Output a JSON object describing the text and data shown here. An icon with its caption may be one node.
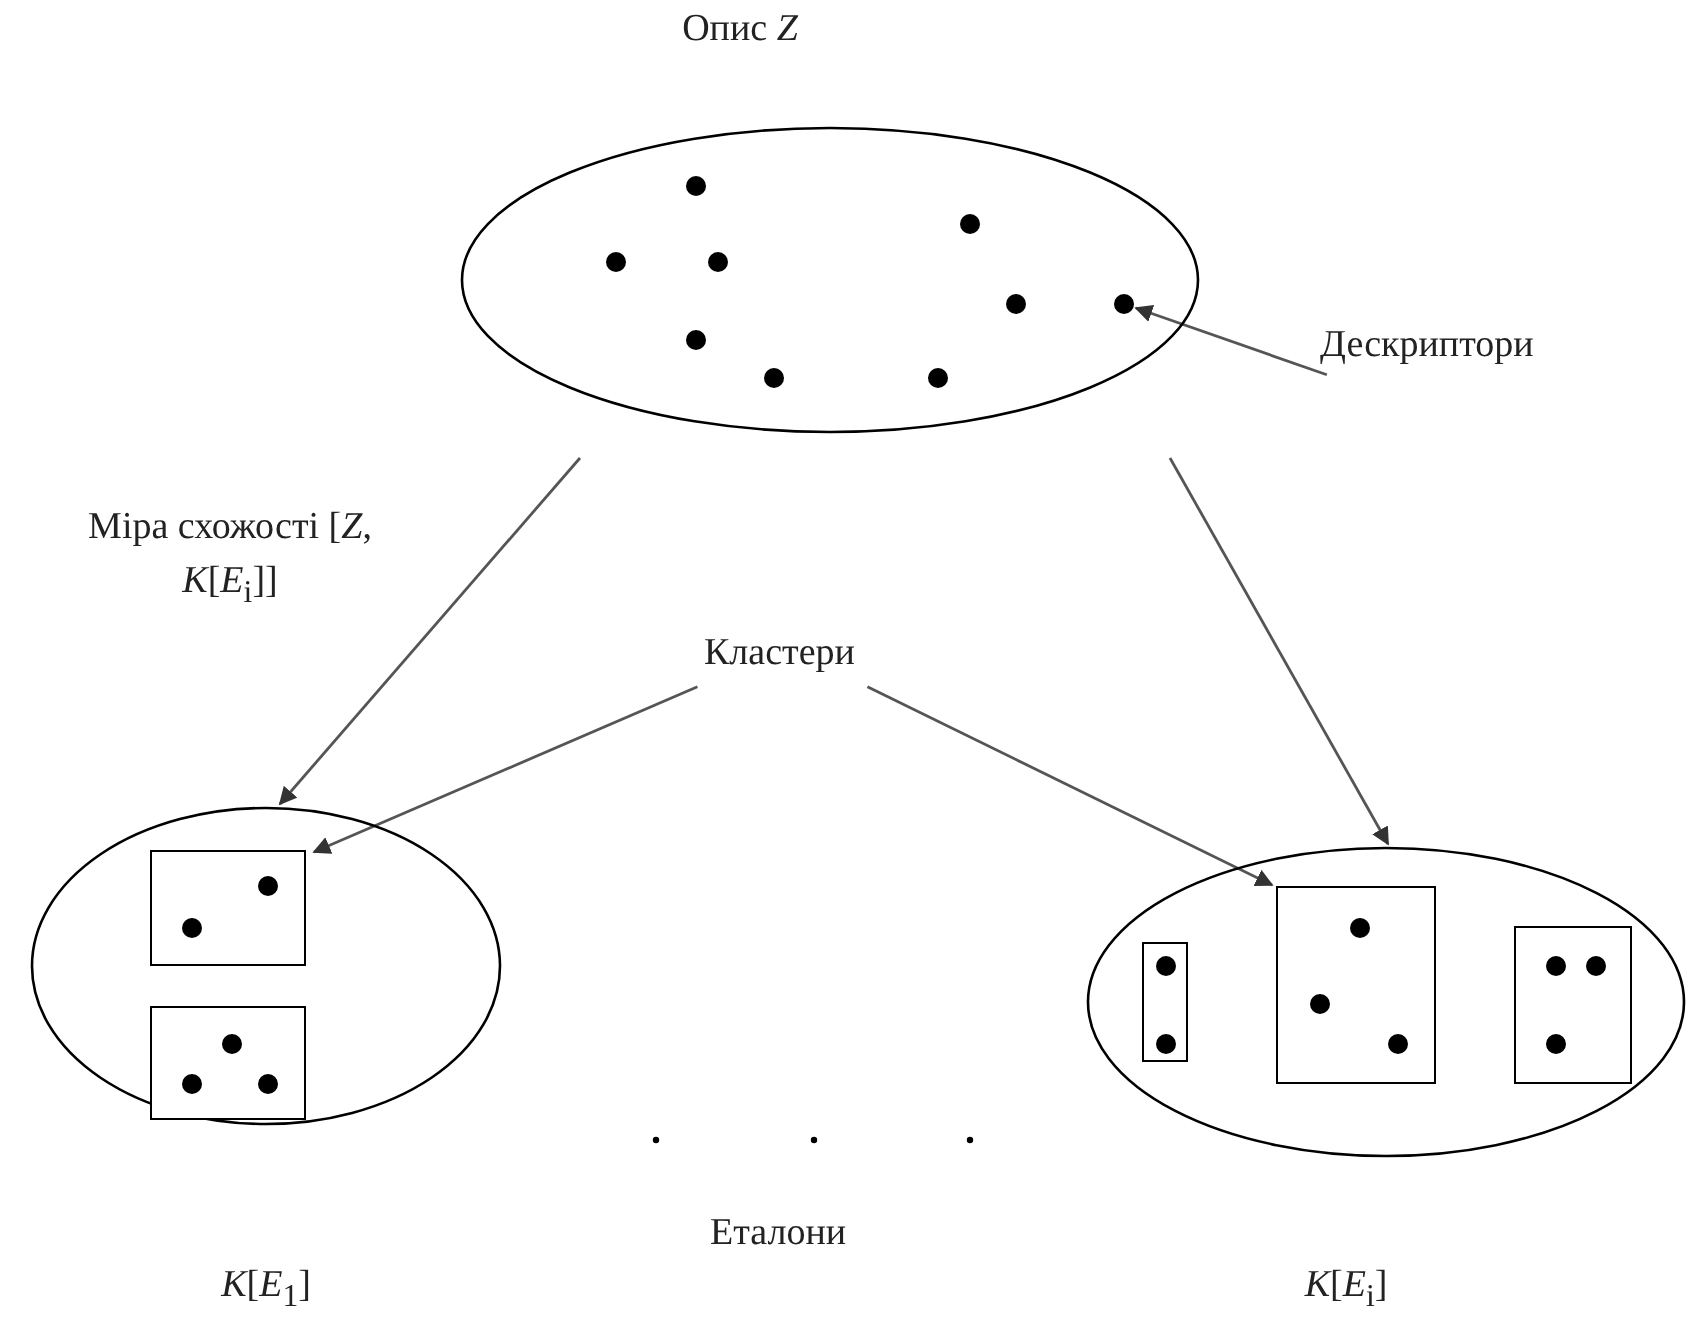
{
  "diagram": {
    "nodes": [
      {
        "text": [
          "Опис *Z*"
        ]
      },
      {
        "text": [],
        "shape": "circle",
        "in": 0
      },
      {
        "text": [
          "Дескриптори"
        ]
      },
      {
        "text": [
          "Кластери"
        ]
      },
      {
        "text": [
          "*K*[*E*$_{1}$]"
        ]
      },
      {
        "text": [],
        "shape": "box",
        "in": 4
      },
      {
        "text": [],
        "shape": "box",
        "in": 4
      },
      {
        "text": [
          "*K*[*E*$_{i}$]"
        ]
      },
      {
        "text": [],
        "shape": "box",
        "in": 7
      },
      {
        "text": [],
        "shape": "box",
        "in": 7
      },
      {
        "text": [],
        "shape": "box",
        "in": 7
      }
    ],
    "edges": [
      {
        "from": 2,
        "to": 1,
        "arrow": "to"
      },
      {
        "from": 0,
        "to": 4,
        "arrow": "to",
        "label": "Міра схожості [*Z*, *K*[*E*$_{i}$]]"
      },
      {
        "from": 0,
        "to": 7,
        "arrow": "to"
      },
      {
        "from": 3,
        "to": 5,
        "arrow": "to"
      },
      {
        "from": 3,
        "to": 9,
        "arrow": "to"
      }
    ],
    "labels": [
      "Еталони"
    ]
  }
}
